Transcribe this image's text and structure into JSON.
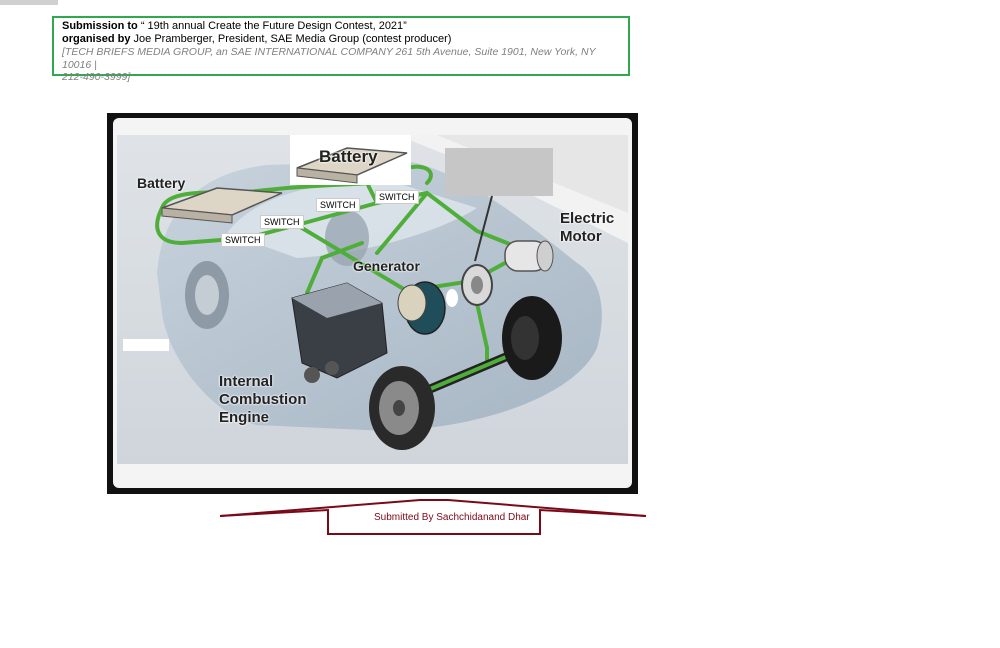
{
  "header": {
    "line1_bold": "Submission to",
    "line1_rest": " “ 19th annual Create the Future Design Contest, 2021”",
    "line2_bold": "organised by",
    "line2_rest": " Joe Pramberger, President, SAE Media Group (contest producer)",
    "line3": " [TECH BRIEFS MEDIA GROUP, an SAE INTERNATIONAL COMPANY 261 5th Avenue, Suite 1901, New York, NY 10016 |",
    "line4": " 212-490-3999]"
  },
  "diagram": {
    "labels": {
      "battery_left": "Battery",
      "battery_top": "Battery",
      "electric_motor_1": "Electric",
      "electric_motor_2": "Motor",
      "generator": "Generator",
      "engine_1": "Internal",
      "engine_2": "Combustion",
      "engine_3": "Engine"
    },
    "switches": [
      "SWITCH",
      "SWITCH",
      "SWITCH",
      "SWITCH"
    ],
    "colors": {
      "wire": "#4fae3a",
      "car": "#a9b8c6",
      "ribbon": "#7a0a1a",
      "border": "#2fa84f"
    }
  },
  "footer": {
    "submitted_by": "Submitted By Sachchidanand Dhar"
  }
}
